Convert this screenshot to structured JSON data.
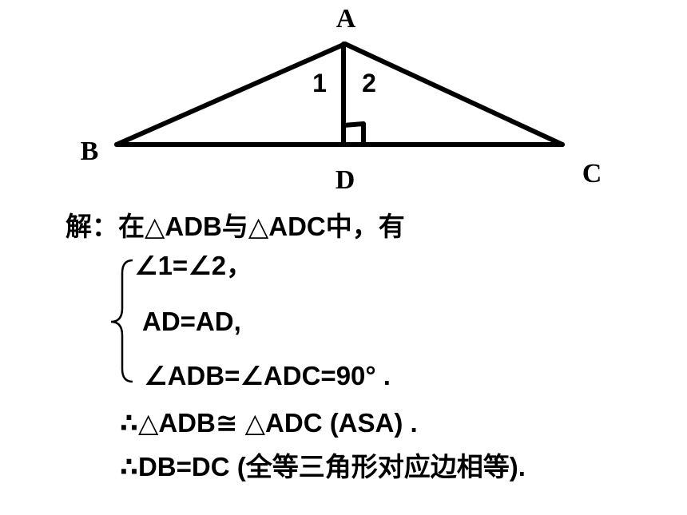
{
  "figure": {
    "vertices": {
      "A": "A",
      "B": "B",
      "C": "C",
      "D": "D"
    },
    "angle_labels": {
      "angle1": "1",
      "angle2": "2"
    }
  },
  "solution": {
    "intro": "解：在△ADB与△ADC中，有",
    "conditions": [
      "∠1=∠2，",
      "AD=AD,",
      "∠ADB=∠ADC=90°  ."
    ],
    "conclusion1": "∴△ADB≅  △ADC (ASA) .",
    "conclusion2": "∴DB=DC (全等三角形对应边相等)."
  }
}
